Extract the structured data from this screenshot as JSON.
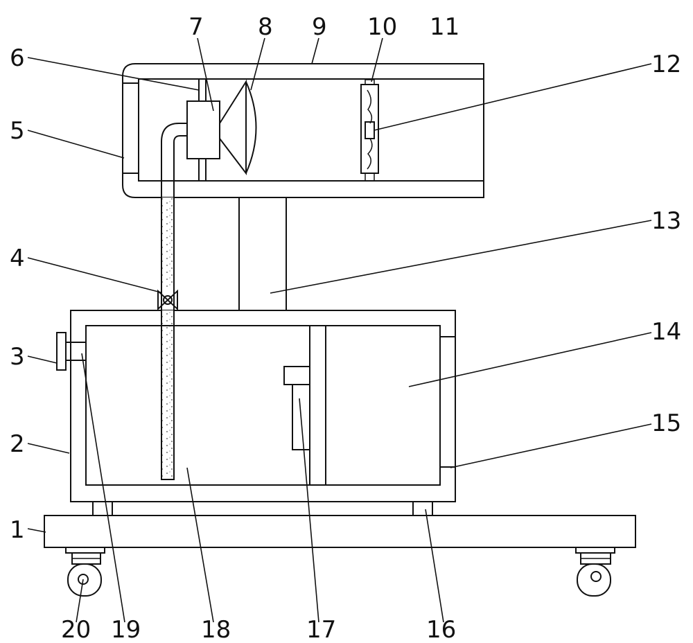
{
  "figure": {
    "part_numbers": [
      "1",
      "2",
      "3",
      "4",
      "5",
      "6",
      "7",
      "8",
      "9",
      "10",
      "11",
      "12",
      "13",
      "14",
      "15",
      "16",
      "17",
      "18",
      "19",
      "20"
    ]
  }
}
